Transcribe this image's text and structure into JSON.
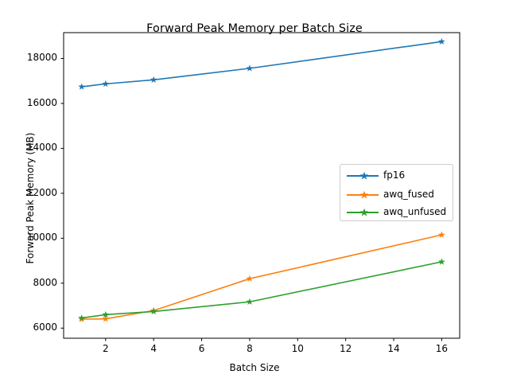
{
  "chart_data": {
    "type": "line",
    "title": "Forward Peak Memory per Batch Size",
    "xlabel": "Batch Size",
    "ylabel": "Forward Peak Memory (MB)",
    "x": [
      1,
      2,
      4,
      8,
      16
    ],
    "xlim": [
      0.25,
      16.75
    ],
    "ylim": [
      5550,
      19150
    ],
    "xticks": [
      2,
      4,
      6,
      8,
      10,
      12,
      14,
      16
    ],
    "xticklabels": [
      "2",
      "4",
      "6",
      "8",
      "10",
      "12",
      "14",
      "16"
    ],
    "yticks": [
      6000,
      8000,
      10000,
      12000,
      14000,
      16000,
      18000
    ],
    "yticklabels": [
      "6000",
      "8000",
      "10000",
      "12000",
      "14000",
      "16000",
      "18000"
    ],
    "grid": false,
    "legend_position": "center right",
    "marker": "star",
    "series": [
      {
        "name": "fp16",
        "color": "#1f77b4",
        "values": [
          16740,
          16870,
          17050,
          17560,
          18750
        ]
      },
      {
        "name": "awq_fused",
        "color": "#ff7f0e",
        "values": [
          6400,
          6410,
          6780,
          8200,
          10150
        ]
      },
      {
        "name": "awq_unfused",
        "color": "#2ca02c",
        "values": [
          6450,
          6600,
          6740,
          7170,
          8950
        ]
      }
    ]
  },
  "figure": {
    "background": "#ffffff",
    "axes_color": "#000000"
  }
}
